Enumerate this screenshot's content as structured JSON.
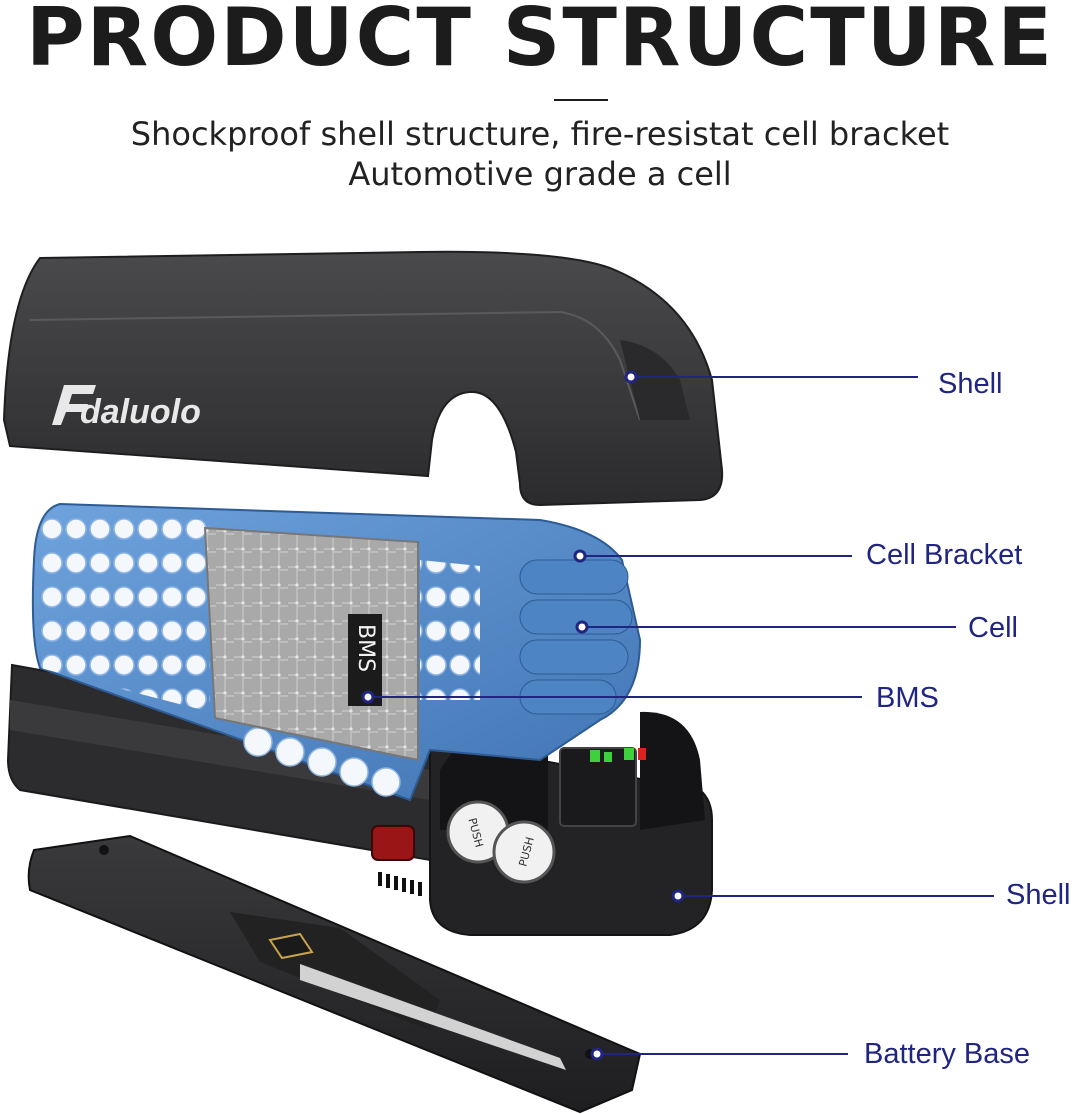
{
  "title": "PRODUCT STRUCTURE",
  "subtitle_lines": [
    "Shockproof shell structure, fire-resistat cell bracket",
    "Automotive grade a cell"
  ],
  "brand_logo_text": "Fdaluolo",
  "bms_chip_text": "BMS",
  "push_button_text": "PUSH",
  "colors": {
    "label": "#1f2580",
    "leader_line": "#1f2580",
    "shell": "#3b3b3d",
    "cell_bracket": "#5b8fcc",
    "bms_board": "#b3b3b3"
  },
  "callouts": [
    {
      "id": "shell-top",
      "label": "Shell"
    },
    {
      "id": "cell-bracket",
      "label": "Cell Bracket"
    },
    {
      "id": "cell",
      "label": "Cell"
    },
    {
      "id": "bms",
      "label": "BMS"
    },
    {
      "id": "shell-bottom",
      "label": "Shell"
    },
    {
      "id": "battery-base",
      "label": "Battery Base"
    }
  ]
}
